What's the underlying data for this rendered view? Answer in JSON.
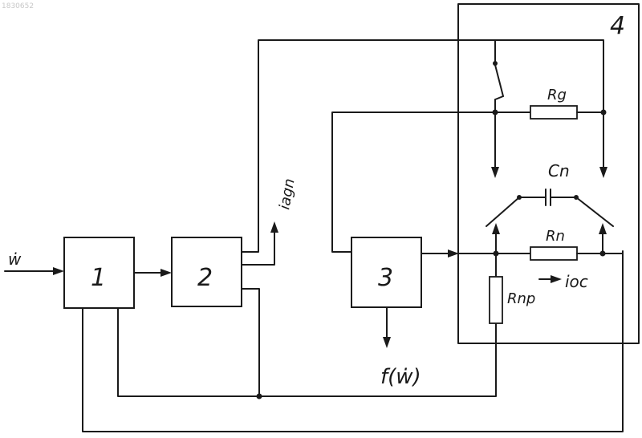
{
  "watermark": "1830652",
  "blocks": {
    "b1": "1",
    "b2": "2",
    "b3": "3",
    "b4": "4"
  },
  "labels": {
    "input": "ẇ",
    "output_current": "iagn",
    "function_out": "f(ẇ)",
    "r_top": "Rg",
    "capacitor": "Cn",
    "r_mid": "Rn",
    "r_vertical": "Rnp",
    "feedback_current": "ioc"
  }
}
